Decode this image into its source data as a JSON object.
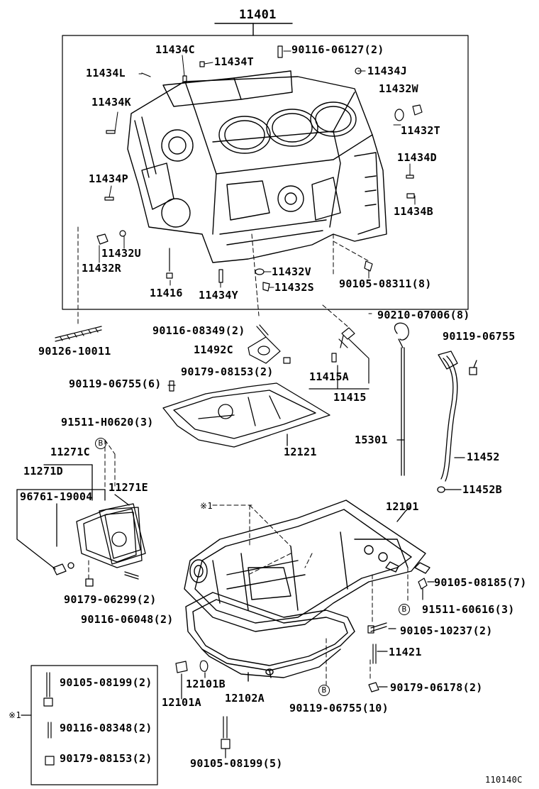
{
  "diagram": {
    "code": "110140C",
    "note_mark": "※1",
    "ref_mark": "B",
    "labels": {
      "l11401": "11401",
      "l11434C": "11434C",
      "l11434T": "11434T",
      "l90116_06127": "90116-06127(2)",
      "l11434L": "11434L",
      "l11434J": "11434J",
      "l11432W": "11432W",
      "l11434K": "11434K",
      "l11432T": "11432T",
      "l11434D": "11434D",
      "l11434P": "11434P",
      "l11434B": "11434B",
      "l11432U": "11432U",
      "l11432R": "11432R",
      "l11432V": "11432V",
      "l11432S": "11432S",
      "l90105_08311": "90105-08311(8)",
      "l11416": "11416",
      "l11434Y": "11434Y",
      "l90210_07006": "90210-07006(8)",
      "l90116_08349": "90116-08349(2)",
      "l90119_06755a": "90119-06755",
      "l90126_10011": "90126-10011",
      "l11492C": "11492C",
      "l90179_08153a": "90179-08153(2)",
      "l11415A": "11415A",
      "l11415": "11415",
      "l90119_06755b": "90119-06755(6)",
      "l91511_H0620": "91511-H0620(3)",
      "l15301": "15301",
      "l11452": "11452",
      "l12121": "12121",
      "l11271C": "11271C",
      "l11271D": "11271D",
      "l96761_19004": "96761-19004",
      "l11271E": "11271E",
      "l11452B": "11452B",
      "l12101": "12101",
      "l90105_08185": "90105-08185(7)",
      "l91511_60616": "91511-60616(3)",
      "l90179_06299": "90179-06299(2)",
      "l90116_06048": "90116-06048(2)",
      "l90105_10237": "90105-10237(2)",
      "l11421": "11421",
      "l90105_08199a": "90105-08199(2)",
      "l12101B": "12101B",
      "l12101A": "12101A",
      "l12102A": "12102A",
      "l90179_06178": "90179-06178(2)",
      "l90119_06755c": "90119-06755(10)",
      "l90116_08348": "90116-08348(2)",
      "l90179_08153b": "90179-08153(2)",
      "l90105_08199b": "90105-08199(5)"
    }
  }
}
